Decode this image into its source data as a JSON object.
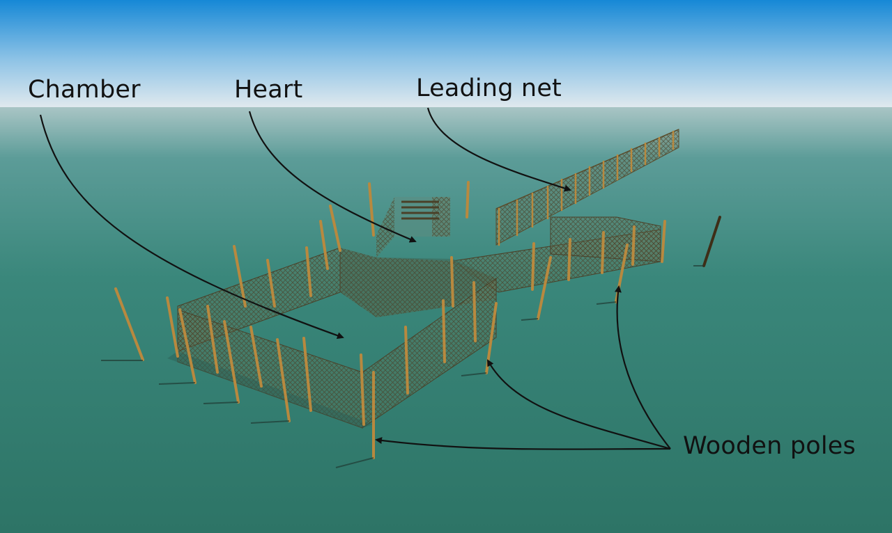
{
  "labels": {
    "chamber": "Chamber",
    "heart": "Heart",
    "leading_net": "Leading net",
    "wooden_poles": "Wooden poles"
  },
  "colors": {
    "sky_top": "#1a8ed8",
    "sky_horizon": "#dfe8ee",
    "water_far": "#8fb5b6",
    "water_near": "#2f7a6c",
    "net": "#7a6a45",
    "pole": "#b8893f",
    "arrow": "#111111"
  }
}
